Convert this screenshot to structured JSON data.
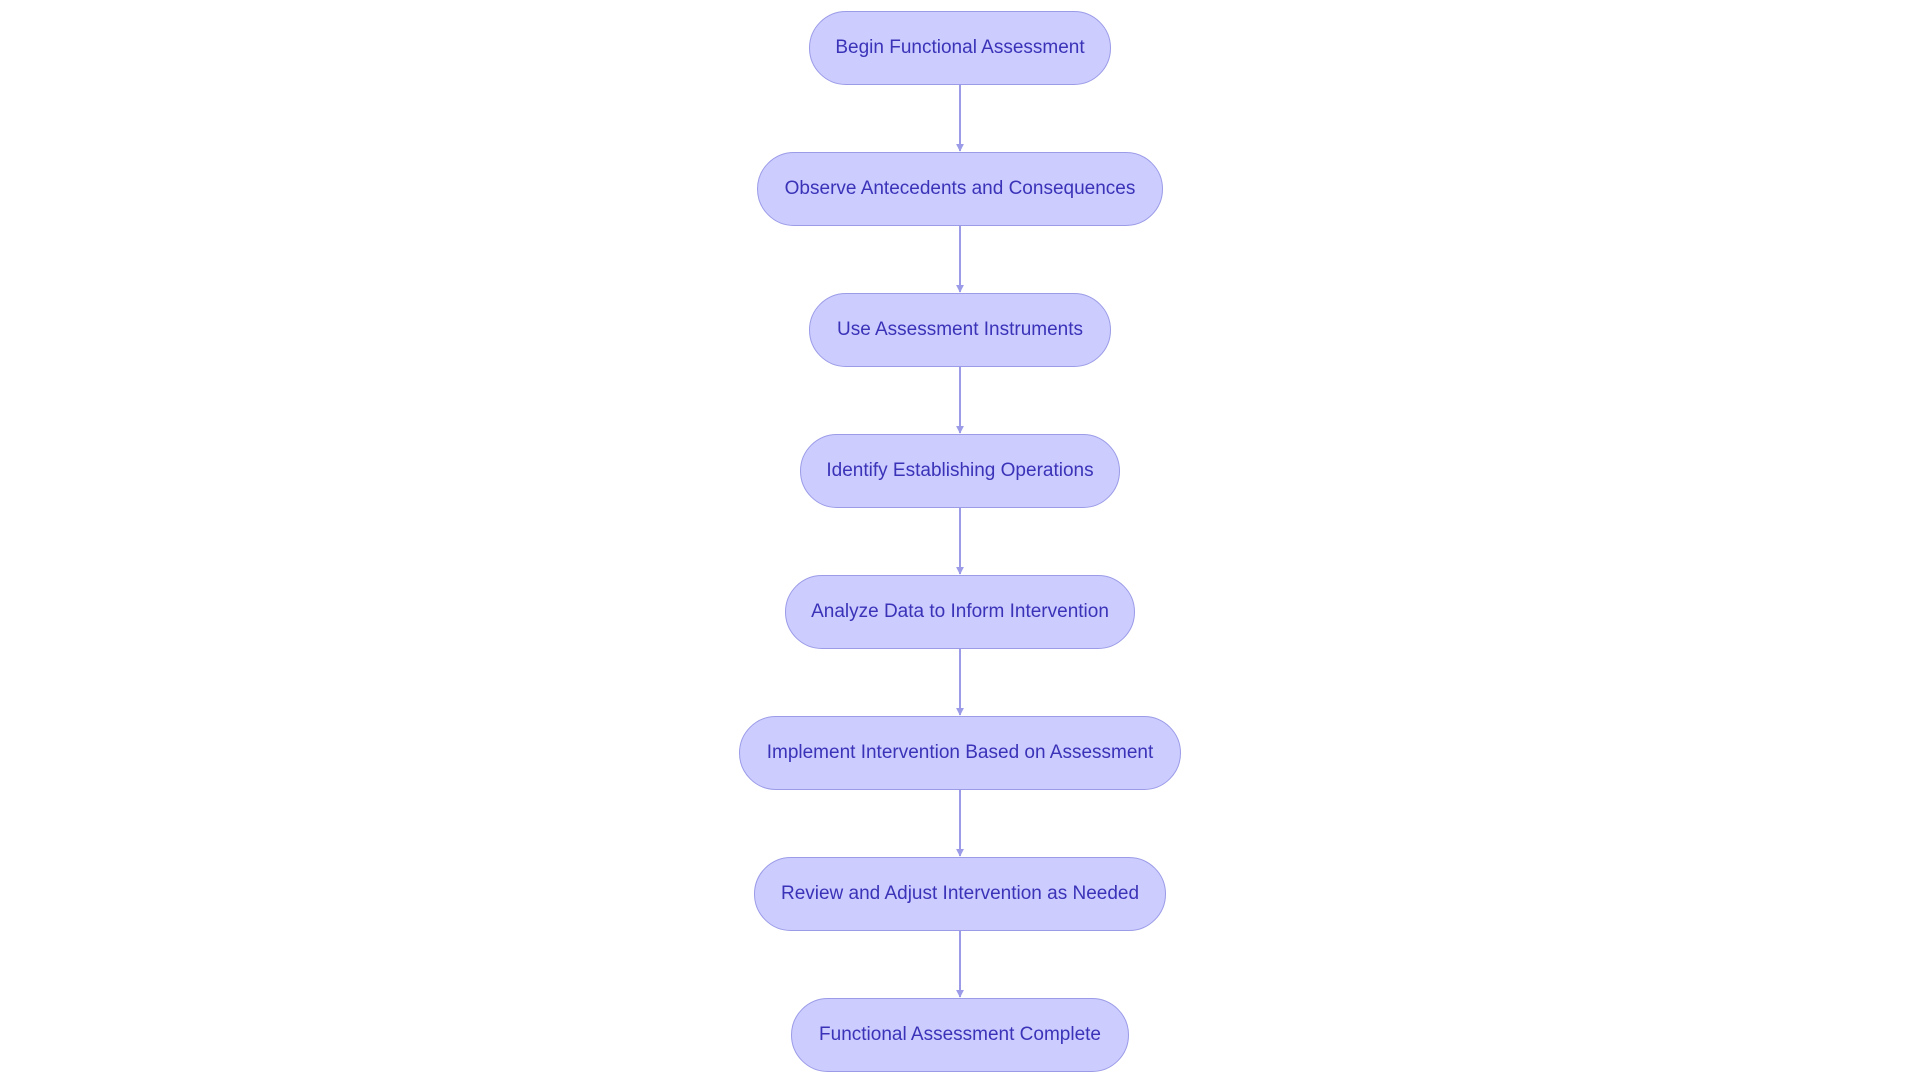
{
  "diagram": {
    "type": "flowchart",
    "direction": "top-to-bottom",
    "colors": {
      "node_fill": "#ccccff",
      "node_border": "#9b9be8",
      "node_text": "#3a33b8",
      "edge": "#9b9be8"
    },
    "nodes": [
      {
        "id": "n1",
        "label": "Begin Functional Assessment"
      },
      {
        "id": "n2",
        "label": "Observe Antecedents and Consequences"
      },
      {
        "id": "n3",
        "label": "Use Assessment Instruments"
      },
      {
        "id": "n4",
        "label": "Identify Establishing Operations"
      },
      {
        "id": "n5",
        "label": "Analyze Data to Inform Intervention"
      },
      {
        "id": "n6",
        "label": "Implement Intervention Based on Assessment"
      },
      {
        "id": "n7",
        "label": "Review and Adjust Intervention as Needed"
      },
      {
        "id": "n8",
        "label": "Functional Assessment Complete"
      }
    ],
    "edges": [
      {
        "from": "n1",
        "to": "n2"
      },
      {
        "from": "n2",
        "to": "n3"
      },
      {
        "from": "n3",
        "to": "n4"
      },
      {
        "from": "n4",
        "to": "n5"
      },
      {
        "from": "n5",
        "to": "n6"
      },
      {
        "from": "n6",
        "to": "n7"
      },
      {
        "from": "n7",
        "to": "n8"
      }
    ]
  }
}
